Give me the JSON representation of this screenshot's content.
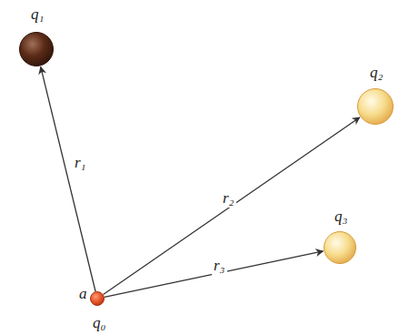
{
  "diagram": {
    "nodes": [
      {
        "text": [
          "q₁"
        ]
      },
      {
        "text": [
          "q₂"
        ]
      },
      {
        "text": [
          "q₃"
        ]
      },
      {
        "text": [
          "a",
          "q₀"
        ]
      }
    ],
    "edges": [
      {
        "from": 3,
        "to": 0,
        "arrow": "to",
        "label": "r₁"
      },
      {
        "from": 3,
        "to": 1,
        "arrow": "to",
        "label": "r₂"
      },
      {
        "from": 3,
        "to": 2,
        "arrow": "to",
        "label": "r₃"
      }
    ]
  }
}
